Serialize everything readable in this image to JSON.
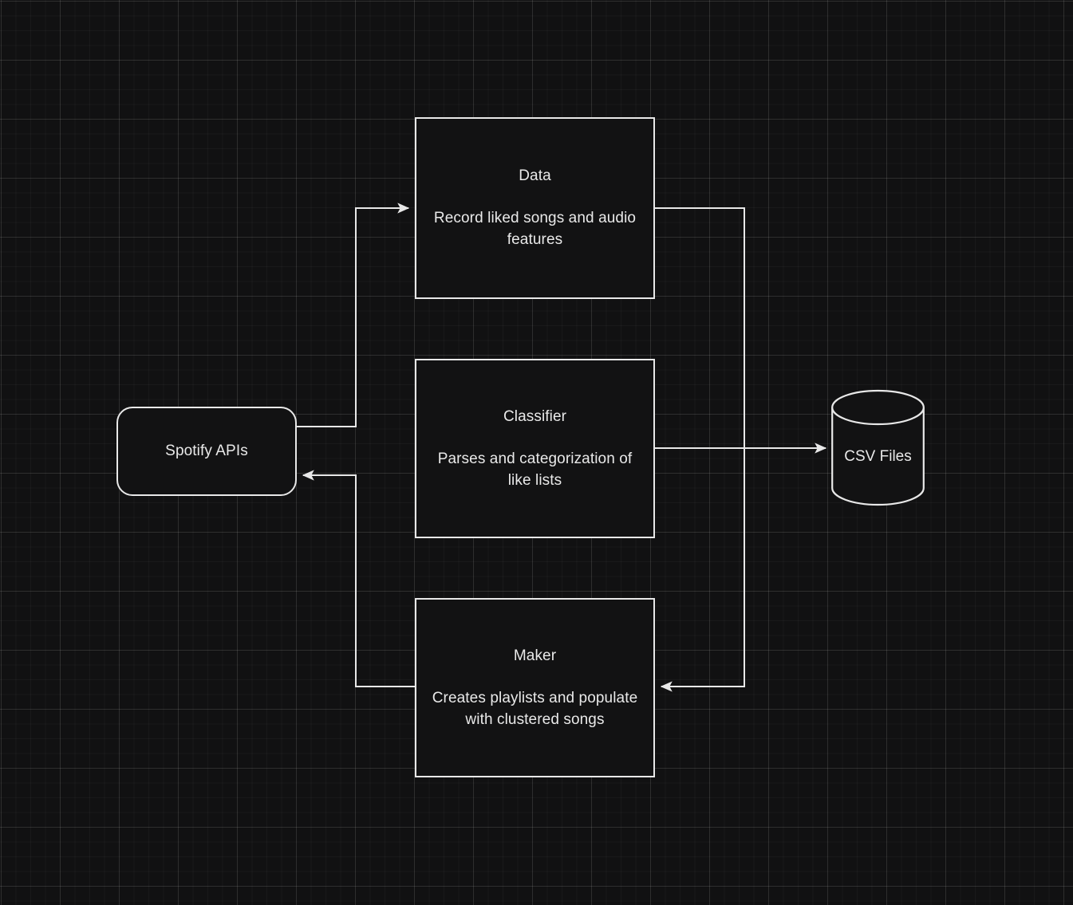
{
  "diagram": {
    "background_color": "#111112",
    "stroke_color": "#e8e8e8",
    "text_color": "#e9e9e9",
    "grid": "on"
  },
  "nodes": {
    "spotify": {
      "shape": "rounded-rectangle",
      "title": "Spotify APIs"
    },
    "data": {
      "shape": "rectangle",
      "title": "Data",
      "description": "Record liked songs and audio features"
    },
    "classifier": {
      "shape": "rectangle",
      "title": "Classifier",
      "description": "Parses and categorization of like lists"
    },
    "maker": {
      "shape": "rectangle",
      "title": "Maker",
      "description": "Creates playlists and populate with clustered songs"
    },
    "csv": {
      "shape": "cylinder",
      "title": "CSV Files"
    }
  },
  "edges": [
    {
      "name": "spotify-to-data",
      "from": "spotify",
      "to": "data",
      "label": ""
    },
    {
      "name": "data-to-maker",
      "from": "data",
      "to": "maker",
      "label": ""
    },
    {
      "name": "classifier-to-csv",
      "from": "classifier",
      "to": "csv",
      "label": ""
    },
    {
      "name": "maker-to-spotify",
      "from": "maker",
      "to": "spotify",
      "label": ""
    }
  ]
}
